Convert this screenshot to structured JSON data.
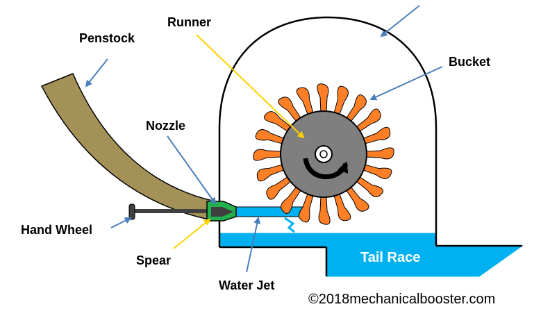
{
  "labels": {
    "penstock": "Penstock",
    "runner": "Runner",
    "bucket": "Bucket",
    "nozzle": "Nozzle",
    "hand_wheel": "Hand Wheel",
    "spear": "Spear",
    "water_jet": "Water Jet",
    "tail_race": "Tail Race"
  },
  "copyright": "©2018mechanicalbooster.com",
  "colors": {
    "penstock": "#a39157",
    "bucket": "#ff7f27",
    "runner": "#7f7f7f",
    "water": "#00b0f0",
    "nozzle": "#22b14c",
    "spear": "#404040",
    "arrow_blue": "#4a7ebb",
    "arrow_yellow": "#ffd000"
  }
}
